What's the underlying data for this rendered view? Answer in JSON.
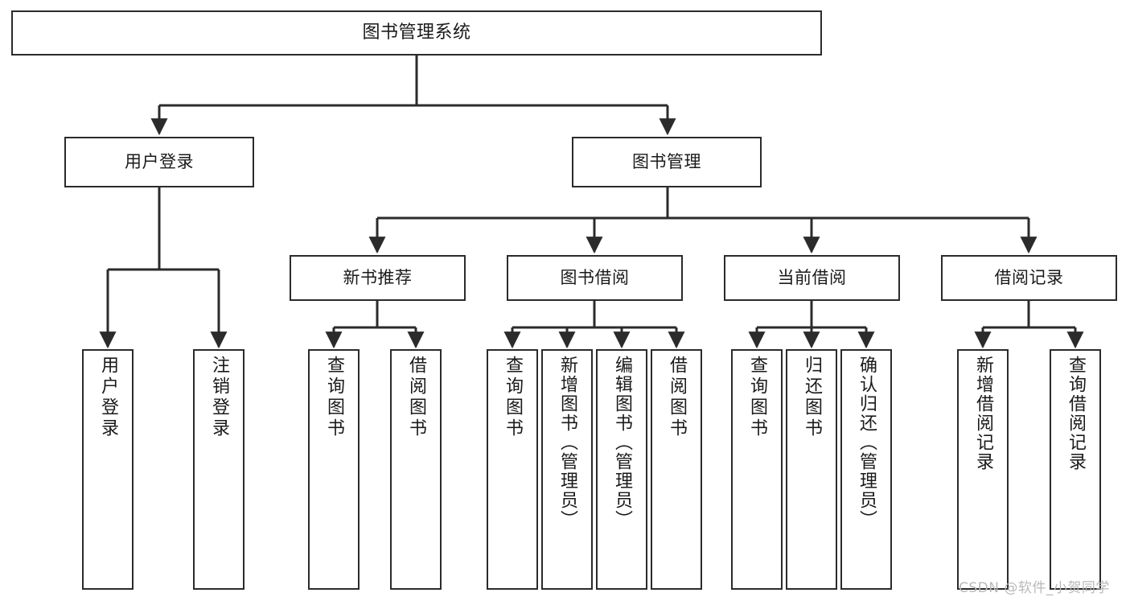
{
  "diagram": {
    "title": "图书管理系统",
    "type": "tree-hierarchy",
    "root": {
      "label": "图书管理系统"
    },
    "level2": [
      {
        "label": "用户登录"
      },
      {
        "label": "图书管理"
      }
    ],
    "level3": [
      {
        "label": "新书推荐"
      },
      {
        "label": "图书借阅"
      },
      {
        "label": "当前借阅"
      },
      {
        "label": "借阅记录"
      }
    ],
    "leaves": {
      "user_login": [
        {
          "label": "用户登录"
        },
        {
          "label": "注销登录"
        }
      ],
      "new_book_recommend": [
        {
          "label": "查询图书"
        },
        {
          "label": "借阅图书"
        }
      ],
      "book_borrow": [
        {
          "label": "查询图书"
        },
        {
          "label": "新增图书（管理员）"
        },
        {
          "label": "编辑图书（管理员）"
        },
        {
          "label": "借阅图书"
        }
      ],
      "current_borrow": [
        {
          "label": "查询图书"
        },
        {
          "label": "归还图书"
        },
        {
          "label": "确认归还（管理员）"
        }
      ],
      "borrow_record": [
        {
          "label": "新增借阅记录"
        },
        {
          "label": "查询借阅记录"
        }
      ]
    }
  },
  "watermark": {
    "text": "CSDN @软件_小贺同学"
  },
  "colors": {
    "border": "#2b2b2b",
    "background": "#ffffff",
    "text": "#1a1a1a",
    "edge": "#2b2b2b",
    "watermark": "#b9b9b9"
  }
}
